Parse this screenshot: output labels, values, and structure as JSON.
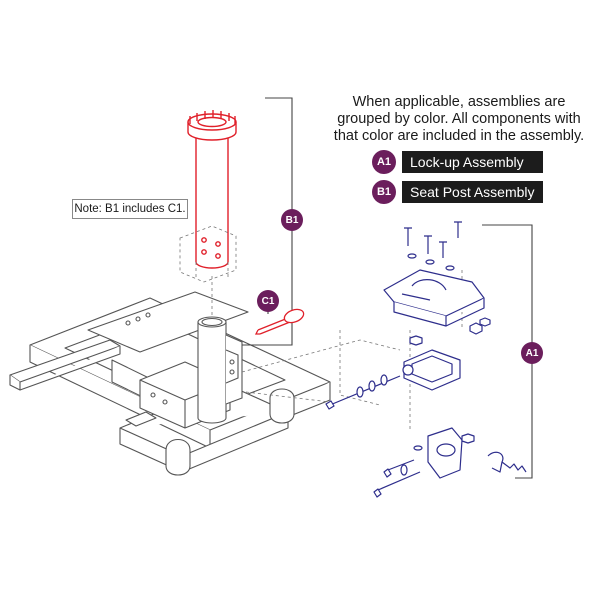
{
  "legend": {
    "note": "When applicable, assemblies are grouped by color. All components with that color are included in the assembly.",
    "items": [
      {
        "code": "A1",
        "label": "Lock-up Assembly"
      },
      {
        "code": "B1",
        "label": "Seat Post Assembly"
      }
    ]
  },
  "callouts": {
    "note": "Note: B1 includes C1.",
    "b1": "B1",
    "c1": "C1",
    "a1": "A1"
  },
  "colors": {
    "badge": "#6b1e5c",
    "seat_post": "#e0202a",
    "lockup": "#2e2e8c",
    "frame": "#555555"
  }
}
